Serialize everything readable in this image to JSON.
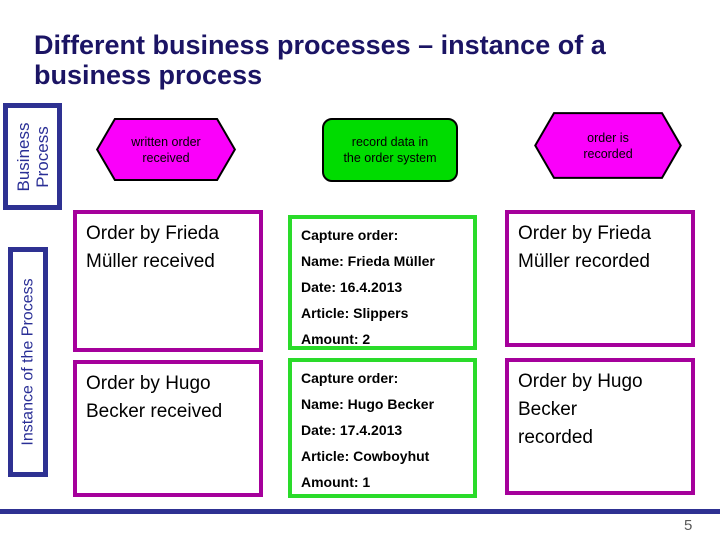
{
  "title": "Different business processes – instance of a\nbusiness process",
  "sidebar": {
    "top_label": "Business\nProcess",
    "bottom_label": "Instance of the Process"
  },
  "process_row": {
    "event_start": "written order\nreceived",
    "function": "record data in\nthe order system",
    "event_end": "order is\nrecorded"
  },
  "rows": [
    {
      "received": "Order by Frieda\nMüller received",
      "capture": "Capture order:\nName: Frieda Müller\nDate: 16.4.2013\nArticle: Slippers\nAmount: 2",
      "recorded": "Order by Frieda\nMüller recorded"
    },
    {
      "received": "Order by Hugo\nBecker received",
      "capture": "Capture order:\nName: Hugo Becker\nDate: 17.4.2013\nArticle: Cowboyhut\nAmount: 1",
      "recorded": "Order by Hugo\nBecker\nrecorded"
    }
  ],
  "footer": {
    "page_number": "5"
  },
  "colors": {
    "accent_blue": "#2E3192",
    "title_navy": "#1B1464",
    "event_magenta_fill": "#FA00FA",
    "instance_box_border": "#A5009B",
    "function_green_fill": "#00DC00",
    "capture_box_border": "#2ADB2A",
    "page_number_gray": "#595959"
  }
}
